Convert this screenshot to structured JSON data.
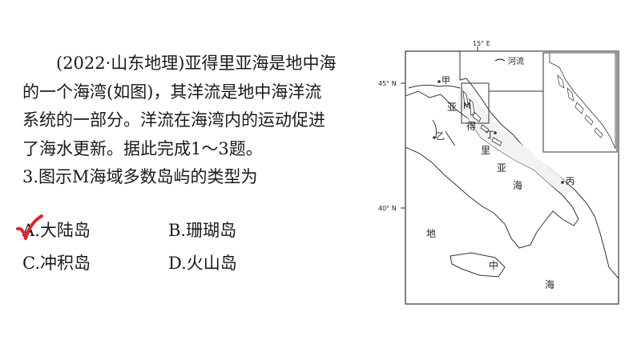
{
  "question": {
    "lines": [
      "(2022·山东地理)亚得里亚海是地中海",
      "的一个海湾(如图)，其洋流是地中海洋流",
      "系统的一部分。洋流在海湾内的运动促进",
      "了海水更新。据此完成1～3题。",
      "3.图示M海域多数岛屿的类型为"
    ]
  },
  "options": {
    "a": "A.大陆岛",
    "b": "B.珊瑚岛",
    "c": "C.冲积岛",
    "d": "D.火山岛",
    "answer_mark_color": "#d9262c"
  },
  "map": {
    "meridian_label": "15° E",
    "lat_45": "45° N",
    "lat_40": "40° N",
    "legend_label": "河流",
    "labels": {
      "jia": "甲",
      "yi": "乙",
      "bing": "丙",
      "ding": "丁",
      "m": "M",
      "ya1": "亚",
      "de": "得",
      "li": "里",
      "ya2": "亚",
      "hai1": "海",
      "di": "地",
      "zhong": "中",
      "hai2": "海"
    }
  }
}
